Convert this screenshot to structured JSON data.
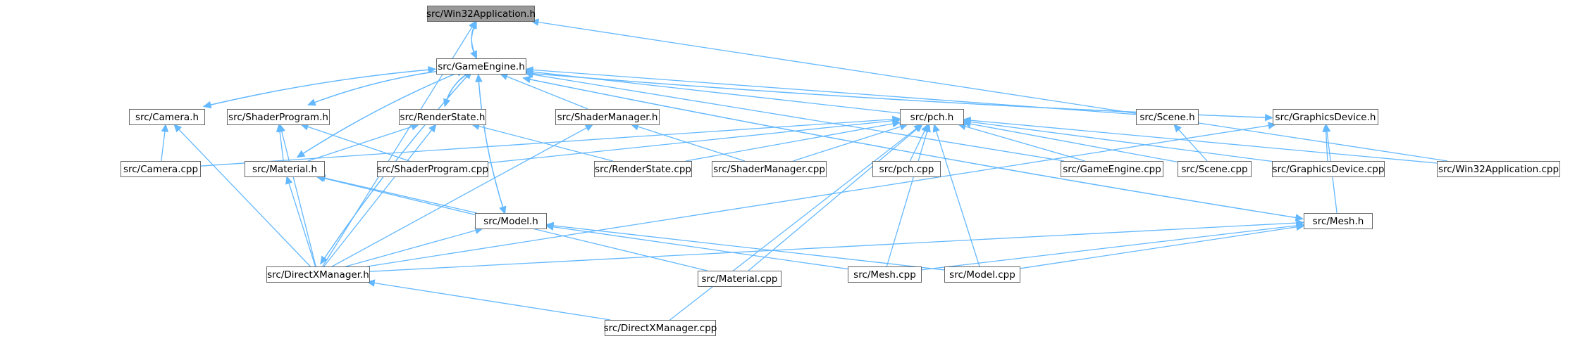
{
  "diagram": {
    "nodes": [
      {
        "id": "win32app_h",
        "label": "src/Win32Application.h",
        "focus": true
      },
      {
        "id": "gameengine_h",
        "label": "src/GameEngine.h"
      },
      {
        "id": "camera_h",
        "label": "src/Camera.h"
      },
      {
        "id": "shaderprogram_h",
        "label": "src/ShaderProgram.h"
      },
      {
        "id": "renderstate_h",
        "label": "src/RenderState.h"
      },
      {
        "id": "shadermanager_h",
        "label": "src/ShaderManager.h"
      },
      {
        "id": "pch_h",
        "label": "src/pch.h"
      },
      {
        "id": "scene_h",
        "label": "src/Scene.h"
      },
      {
        "id": "graphicsdevice_h",
        "label": "src/GraphicsDevice.h"
      },
      {
        "id": "camera_cpp",
        "label": "src/Camera.cpp"
      },
      {
        "id": "material_h",
        "label": "src/Material.h"
      },
      {
        "id": "shaderprogram_cpp",
        "label": "src/ShaderProgram.cpp"
      },
      {
        "id": "renderstate_cpp",
        "label": "src/RenderState.cpp"
      },
      {
        "id": "shadermanager_cpp",
        "label": "src/ShaderManager.cpp"
      },
      {
        "id": "pch_cpp",
        "label": "src/pch.cpp"
      },
      {
        "id": "gameengine_cpp",
        "label": "src/GameEngine.cpp"
      },
      {
        "id": "scene_cpp",
        "label": "src/Scene.cpp"
      },
      {
        "id": "graphicsdevice_cpp",
        "label": "src/GraphicsDevice.cpp"
      },
      {
        "id": "win32app_cpp",
        "label": "src/Win32Application.cpp"
      },
      {
        "id": "model_h",
        "label": "src/Model.h"
      },
      {
        "id": "material_cpp",
        "label": "src/Material.cpp"
      },
      {
        "id": "mesh_h",
        "label": "src/Mesh.h"
      },
      {
        "id": "directxmanager_h",
        "label": "src/DirectXManager.h"
      },
      {
        "id": "mesh_cpp",
        "label": "src/Mesh.cpp"
      },
      {
        "id": "model_cpp",
        "label": "src/Model.cpp"
      },
      {
        "id": "directxmanager_cpp",
        "label": "src/DirectXManager.cpp"
      }
    ],
    "edges": [
      {
        "from": "gameengine_h",
        "to": "win32app_h"
      },
      {
        "from": "win32app_h",
        "to": "gameengine_h"
      },
      {
        "from": "directxmanager_h",
        "to": "win32app_h"
      },
      {
        "from": "win32app_cpp",
        "to": "win32app_h"
      },
      {
        "from": "camera_h",
        "to": "gameengine_h"
      },
      {
        "from": "gameengine_h",
        "to": "camera_h"
      },
      {
        "from": "shaderprogram_h",
        "to": "gameengine_h"
      },
      {
        "from": "gameengine_h",
        "to": "shaderprogram_h"
      },
      {
        "from": "renderstate_h",
        "to": "gameengine_h"
      },
      {
        "from": "gameengine_h",
        "to": "renderstate_h"
      },
      {
        "from": "shadermanager_h",
        "to": "gameengine_h"
      },
      {
        "from": "pch_h",
        "to": "gameengine_h"
      },
      {
        "from": "scene_h",
        "to": "gameengine_h"
      },
      {
        "from": "graphicsdevice_h",
        "to": "gameengine_h"
      },
      {
        "from": "gameengine_h",
        "to": "graphicsdevice_h"
      },
      {
        "from": "material_h",
        "to": "gameengine_h"
      },
      {
        "from": "gameengine_h",
        "to": "material_h"
      },
      {
        "from": "model_h",
        "to": "gameengine_h"
      },
      {
        "from": "gameengine_h",
        "to": "model_h"
      },
      {
        "from": "mesh_h",
        "to": "gameengine_h"
      },
      {
        "from": "gameengine_h",
        "to": "mesh_h"
      },
      {
        "from": "directxmanager_h",
        "to": "gameengine_h"
      },
      {
        "from": "gameengine_h",
        "to": "directxmanager_h"
      },
      {
        "from": "gameengine_cpp",
        "to": "gameengine_h"
      },
      {
        "from": "camera_cpp",
        "to": "camera_h"
      },
      {
        "from": "directxmanager_h",
        "to": "camera_h"
      },
      {
        "from": "material_h",
        "to": "shaderprogram_h"
      },
      {
        "from": "shaderprogram_cpp",
        "to": "shaderprogram_h"
      },
      {
        "from": "directxmanager_h",
        "to": "shaderprogram_h"
      },
      {
        "from": "material_h",
        "to": "renderstate_h"
      },
      {
        "from": "renderstate_cpp",
        "to": "renderstate_h"
      },
      {
        "from": "directxmanager_h",
        "to": "renderstate_h"
      },
      {
        "from": "shadermanager_cpp",
        "to": "shadermanager_h"
      },
      {
        "from": "directxmanager_h",
        "to": "shadermanager_h"
      },
      {
        "from": "camera_cpp",
        "to": "pch_h"
      },
      {
        "from": "shaderprogram_cpp",
        "to": "pch_h"
      },
      {
        "from": "renderstate_cpp",
        "to": "pch_h"
      },
      {
        "from": "shadermanager_cpp",
        "to": "pch_h"
      },
      {
        "from": "pch_cpp",
        "to": "pch_h"
      },
      {
        "from": "gameengine_cpp",
        "to": "pch_h"
      },
      {
        "from": "scene_cpp",
        "to": "pch_h"
      },
      {
        "from": "graphicsdevice_cpp",
        "to": "pch_h"
      },
      {
        "from": "win32app_cpp",
        "to": "pch_h"
      },
      {
        "from": "material_cpp",
        "to": "pch_h"
      },
      {
        "from": "mesh_cpp",
        "to": "pch_h"
      },
      {
        "from": "model_cpp",
        "to": "pch_h"
      },
      {
        "from": "directxmanager_cpp",
        "to": "pch_h"
      },
      {
        "from": "scene_cpp",
        "to": "scene_h"
      },
      {
        "from": "graphicsdevice_cpp",
        "to": "graphicsdevice_h"
      },
      {
        "from": "mesh_h",
        "to": "graphicsdevice_h"
      },
      {
        "from": "directxmanager_h",
        "to": "graphicsdevice_h"
      },
      {
        "from": "material_cpp",
        "to": "material_h"
      },
      {
        "from": "model_h",
        "to": "material_h"
      },
      {
        "from": "directxmanager_h",
        "to": "material_h"
      },
      {
        "from": "directxmanager_h",
        "to": "model_h"
      },
      {
        "from": "mesh_cpp",
        "to": "model_h"
      },
      {
        "from": "model_cpp",
        "to": "model_h"
      },
      {
        "from": "directxmanager_h",
        "to": "mesh_h"
      },
      {
        "from": "mesh_cpp",
        "to": "mesh_h"
      },
      {
        "from": "model_cpp",
        "to": "mesh_h"
      },
      {
        "from": "directxmanager_cpp",
        "to": "directxmanager_h"
      }
    ]
  },
  "colors": {
    "edge": "#63b8ff",
    "focus_fill": "#999999",
    "node_border": "#666666"
  }
}
